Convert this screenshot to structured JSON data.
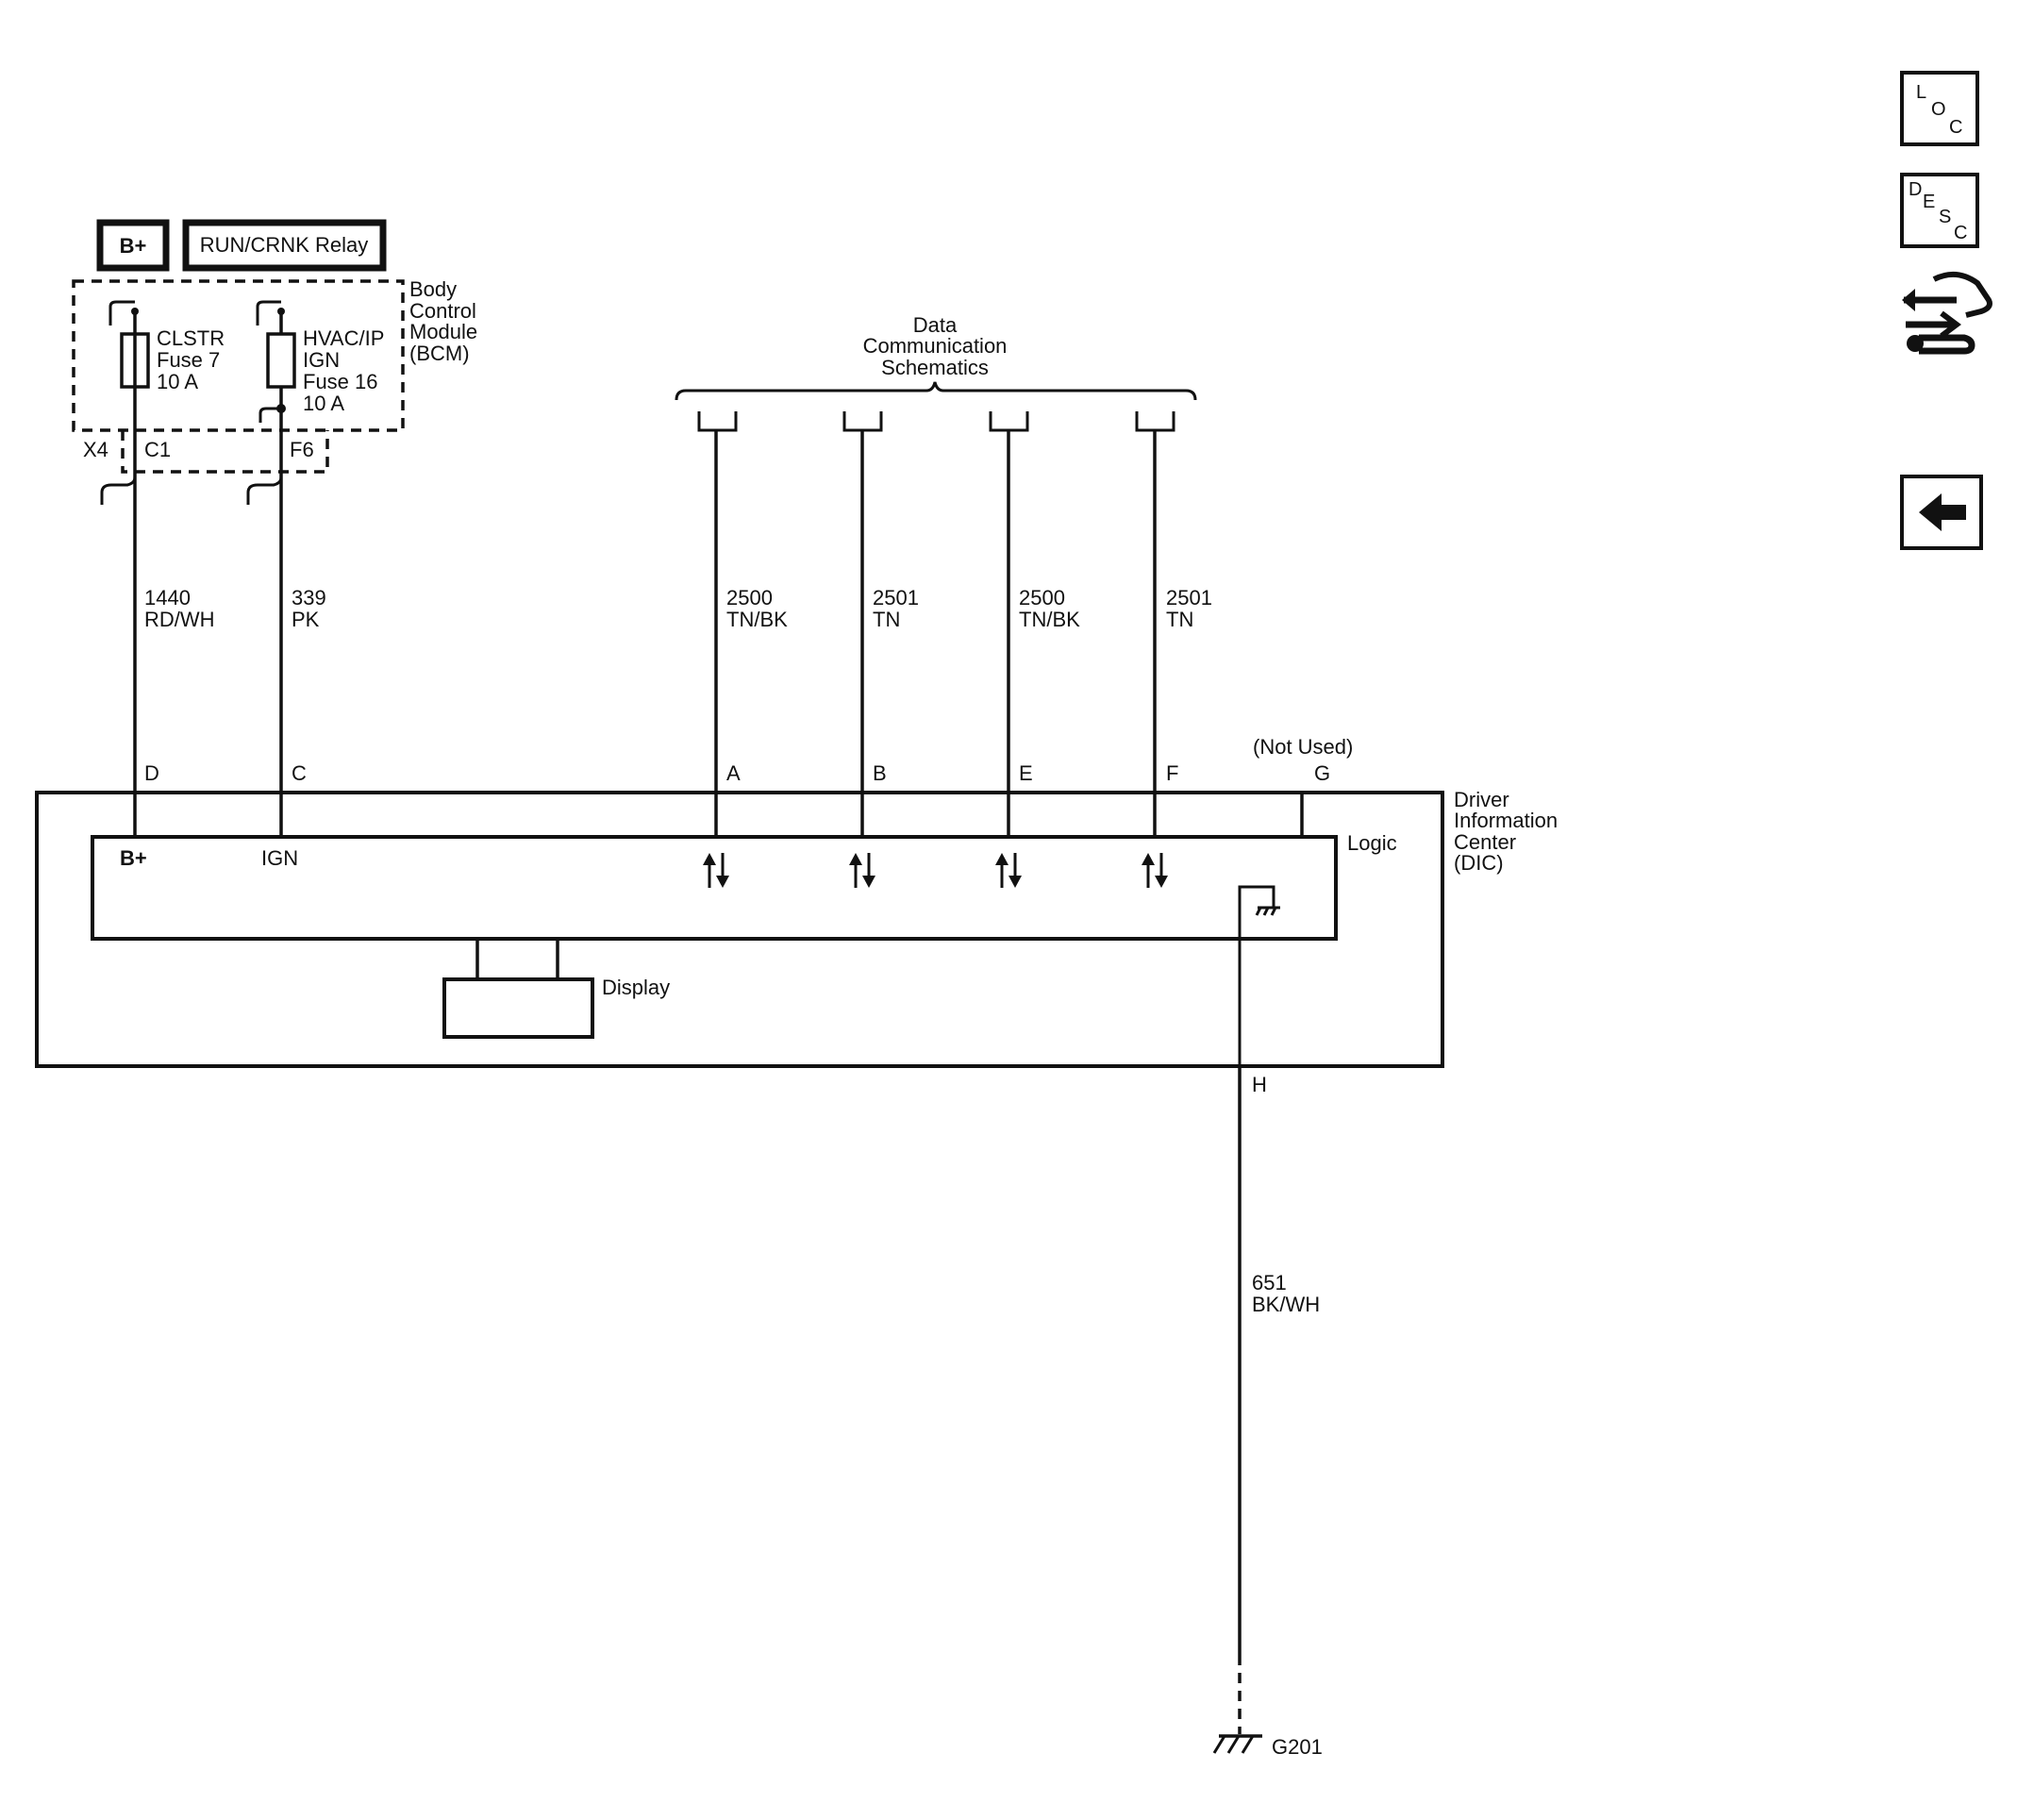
{
  "supplies": {
    "bplus": "B+",
    "run_crnk": "RUN/CRNK Relay"
  },
  "bcm": {
    "name": [
      "Body",
      "Control",
      "Module",
      "(BCM)"
    ]
  },
  "fuses": {
    "clstr": [
      "CLSTR",
      "Fuse 7",
      "10 A"
    ],
    "hvac": [
      "HVAC/IP",
      "IGN",
      "Fuse 16",
      "10 A"
    ]
  },
  "connectors": {
    "x4": "X4",
    "c1": "C1",
    "f6": "F6"
  },
  "data_comm": {
    "title": [
      "Data",
      "Communication",
      "Schematics"
    ]
  },
  "wires": {
    "w1440": {
      "circuit": "1440",
      "color": "RD/WH"
    },
    "w339": {
      "circuit": "339",
      "color": "PK"
    },
    "w2500a": {
      "circuit": "2500",
      "color": "TN/BK"
    },
    "w2501b": {
      "circuit": "2501",
      "color": "TN"
    },
    "w2500e": {
      "circuit": "2500",
      "color": "TN/BK"
    },
    "w2501f": {
      "circuit": "2501",
      "color": "TN"
    },
    "w651": {
      "circuit": "651",
      "color": "BK/WH"
    }
  },
  "pins": {
    "d": "D",
    "c": "C",
    "a": "A",
    "b": "B",
    "e": "E",
    "f": "F",
    "g": "G",
    "h": "H",
    "not_used": "(Not Used)"
  },
  "dic": {
    "name": [
      "Driver",
      "Information",
      "Center",
      "(DIC)"
    ],
    "logic": "Logic",
    "display": "Display",
    "bplus": "B+",
    "ign": "IGN"
  },
  "ground": {
    "label": "G201"
  },
  "nav": {
    "loc": [
      "L",
      "O",
      "C"
    ],
    "desc": [
      "D",
      "E",
      "S",
      "C"
    ]
  }
}
